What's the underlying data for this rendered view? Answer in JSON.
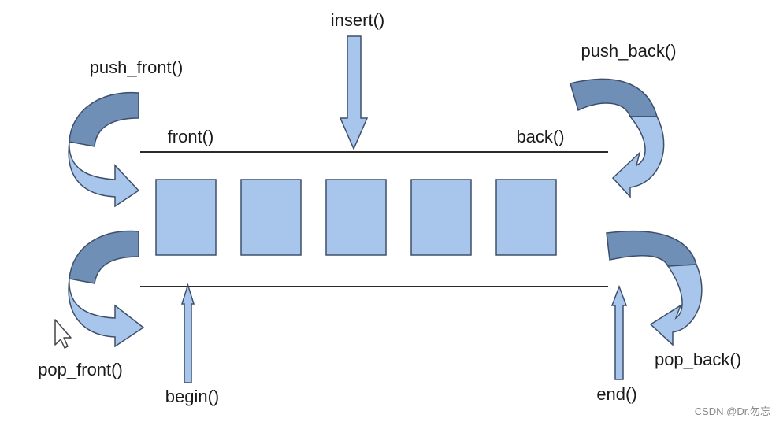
{
  "labels": {
    "insert": "insert()",
    "push_front": "push_front()",
    "push_back": "push_back()",
    "front": "front()",
    "back": "back()",
    "pop_front": "pop_front()",
    "pop_back": "pop_back()",
    "begin": "begin()",
    "end": "end()"
  },
  "watermark": "CSDN @Dr.勿忘",
  "element_count": 5,
  "colors": {
    "box_fill": "#a8c6ec",
    "arrow_fill": "#a8c6ec",
    "curve_dark": "#6f8fb6",
    "stroke": "#3d4f6b",
    "line": "#2b2b2b"
  }
}
